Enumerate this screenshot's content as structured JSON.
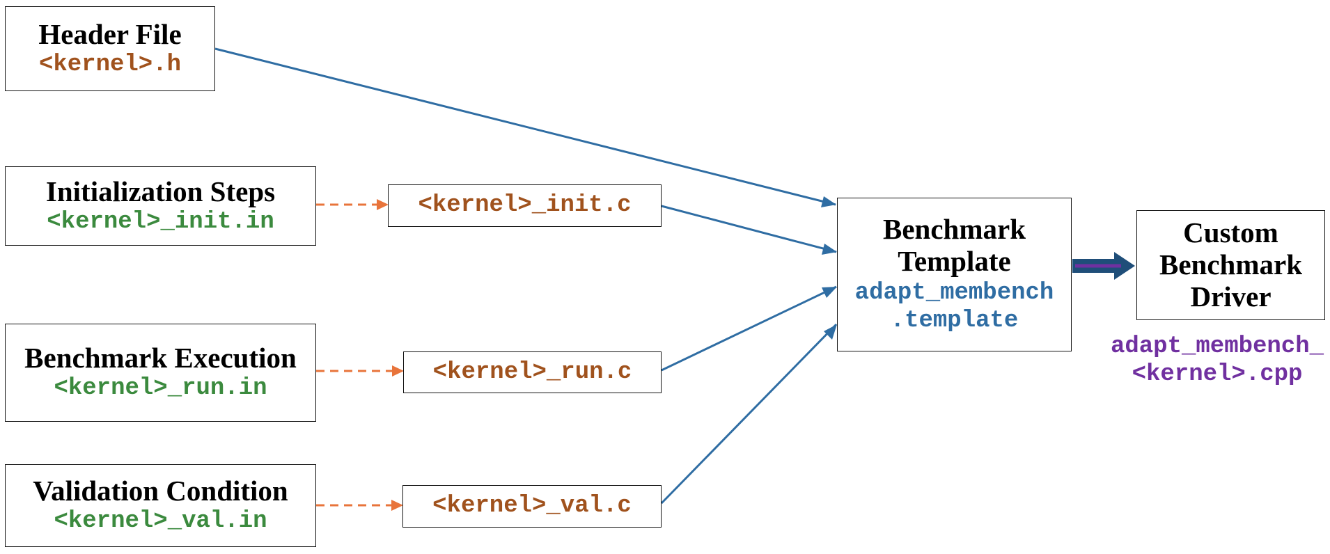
{
  "header_file": {
    "title": "Header File",
    "file": "<kernel>.h"
  },
  "init": {
    "title": "Initialization Steps",
    "input": "<kernel>_init.in",
    "output": "<kernel>_init.c"
  },
  "run": {
    "title": "Benchmark Execution",
    "input": "<kernel>_run.in",
    "output": "<kernel>_run.c"
  },
  "val": {
    "title": "Validation Condition",
    "input": "<kernel>_val.in",
    "output": "<kernel>_val.c"
  },
  "template": {
    "title_line1": "Benchmark",
    "title_line2": "Template",
    "file_line1": "adapt_membench",
    "file_line2": ".template"
  },
  "driver": {
    "title_line1": "Custom",
    "title_line2": "Benchmark",
    "title_line3": "Driver",
    "file_line1": "adapt_membench_",
    "file_line2": "<kernel>.cpp"
  },
  "colors": {
    "solid_arrow": "#2f6da3",
    "dashed_arrow": "#e8743b",
    "big_arrow": "#1f4e79",
    "big_arrow_inner": "#7030a0",
    "input_text": "#3b8a3e",
    "generated_text": "#a0521d",
    "template_text": "#2f6da3",
    "driver_text": "#7030a0"
  }
}
